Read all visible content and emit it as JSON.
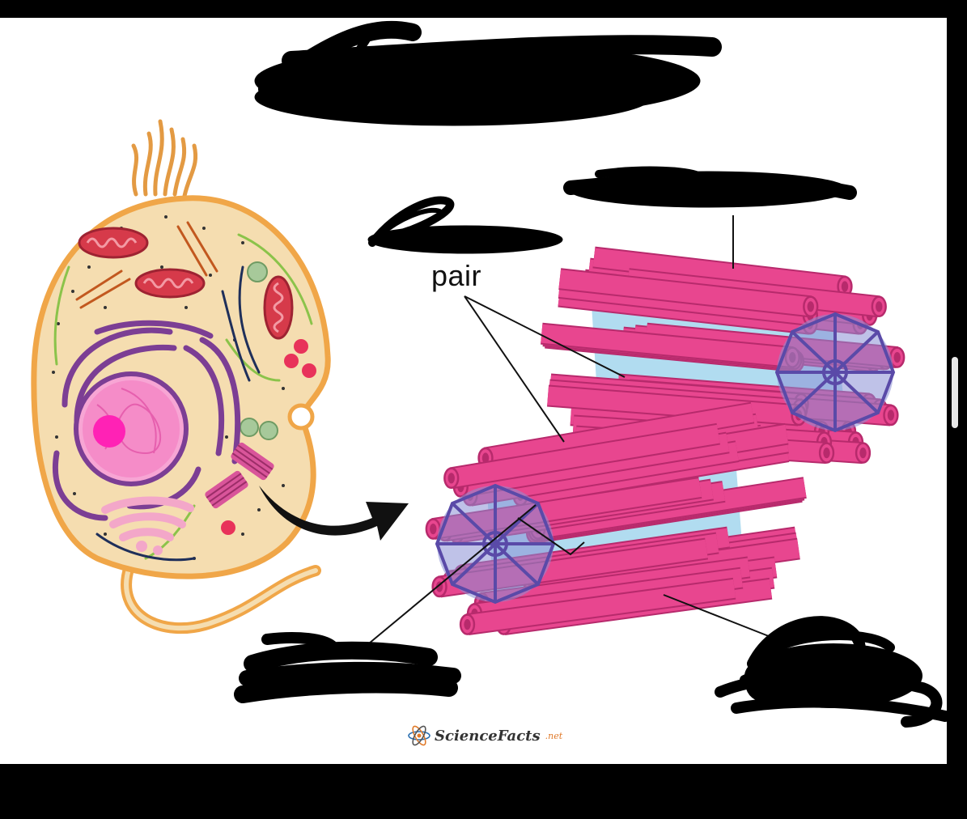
{
  "diagram": {
    "labels": {
      "pair": "pair"
    },
    "logo": {
      "brand": "ScienceFacts",
      "tld": ".net"
    },
    "colors": {
      "background": "#000000",
      "canvas": "#ffffff",
      "cell_body": "#f5ddb0",
      "cell_outline": "#f0a648",
      "microtubule": "#e8468f",
      "microtubule_dark": "#b72a6c",
      "spoke": "#5a4aa8",
      "hub_fill": "#8a8fd6",
      "nucleus": "#ff4fb3",
      "mitochondria": "#d63a4a",
      "golgi": "#f3a7c9",
      "er": "#7c3e94",
      "redaction": "#000000"
    }
  }
}
